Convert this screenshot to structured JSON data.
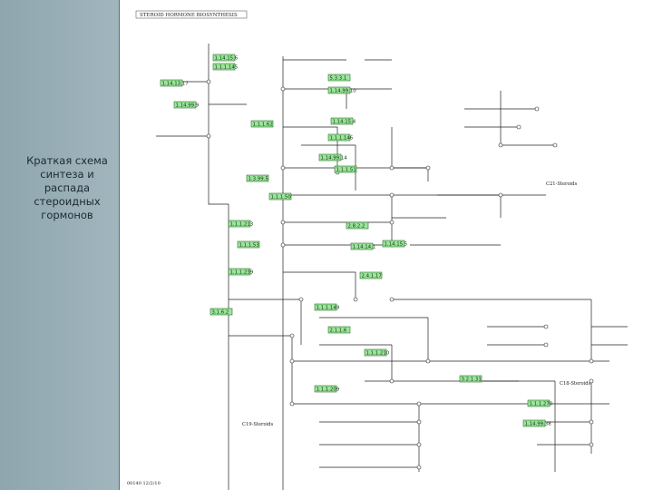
{
  "caption": "Краткая схема\nсинтеза и\nраспада\nстероидных\nгормонов",
  "map": {
    "title": "STEROID HORMONE BIOSYNTHESIS",
    "footer_id": "00140 12/2/10",
    "labels": {
      "c21": "C21-Steroids",
      "c18": "C18-Steroids",
      "c19": "C19-Steroids"
    }
  },
  "enzymes": [
    "1.14.15.6",
    "1.1.1.145",
    "5.3.3.1",
    "1.14.99.10",
    "1.14.13.17",
    "1.14.99.9",
    "1.1.1.62",
    "1.14.15.4",
    "1.1.1.146",
    "1.14.99.14",
    "1.1.1.51",
    "1.3.99.5",
    "1.1.1.50",
    "1.1.1.213",
    "1.1.1.53",
    "1.1.1.239",
    "2.8.2.2",
    "1.14.14.1",
    "1.14.15.5",
    "2.4.1.17",
    "3.1.6.2",
    "2.1.1.6",
    "1.1.1.149",
    "1.1.1.210",
    "1.1.1.209",
    "3.2.1.31",
    "1.1.1.270",
    "1.14.99.38"
  ]
}
